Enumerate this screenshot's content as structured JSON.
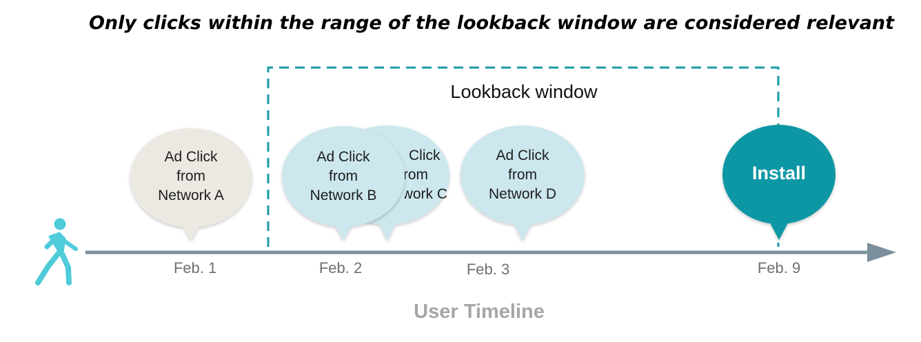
{
  "headline": "Only clicks within the range of the lookback window are considered relevant",
  "lookback_window": {
    "label": "Lookback window"
  },
  "clicks": [
    {
      "lines": [
        "Ad Click",
        "from",
        "Network A"
      ]
    },
    {
      "lines": [
        "Ad Click",
        "from",
        "Network C"
      ]
    },
    {
      "lines": [
        "Ad Click",
        "from",
        "Network B"
      ]
    },
    {
      "lines": [
        "Ad Click",
        "from",
        "Network D"
      ]
    }
  ],
  "install": {
    "label": "Install"
  },
  "dates": [
    "Feb. 1",
    "Feb. 2",
    "Feb. 3",
    "Feb. 9"
  ],
  "timeline_label": "User Timeline",
  "colors": {
    "network_a_bubble": "#ece9e2",
    "network_bcd_bubble": "#cce7ee",
    "install_bubble": "#0a97a4",
    "timeline_arrow": "#7c8f9c",
    "window_border": "#199aa6",
    "walker": "#4fcbd9"
  },
  "icons": {
    "user": "walking-person-icon"
  }
}
